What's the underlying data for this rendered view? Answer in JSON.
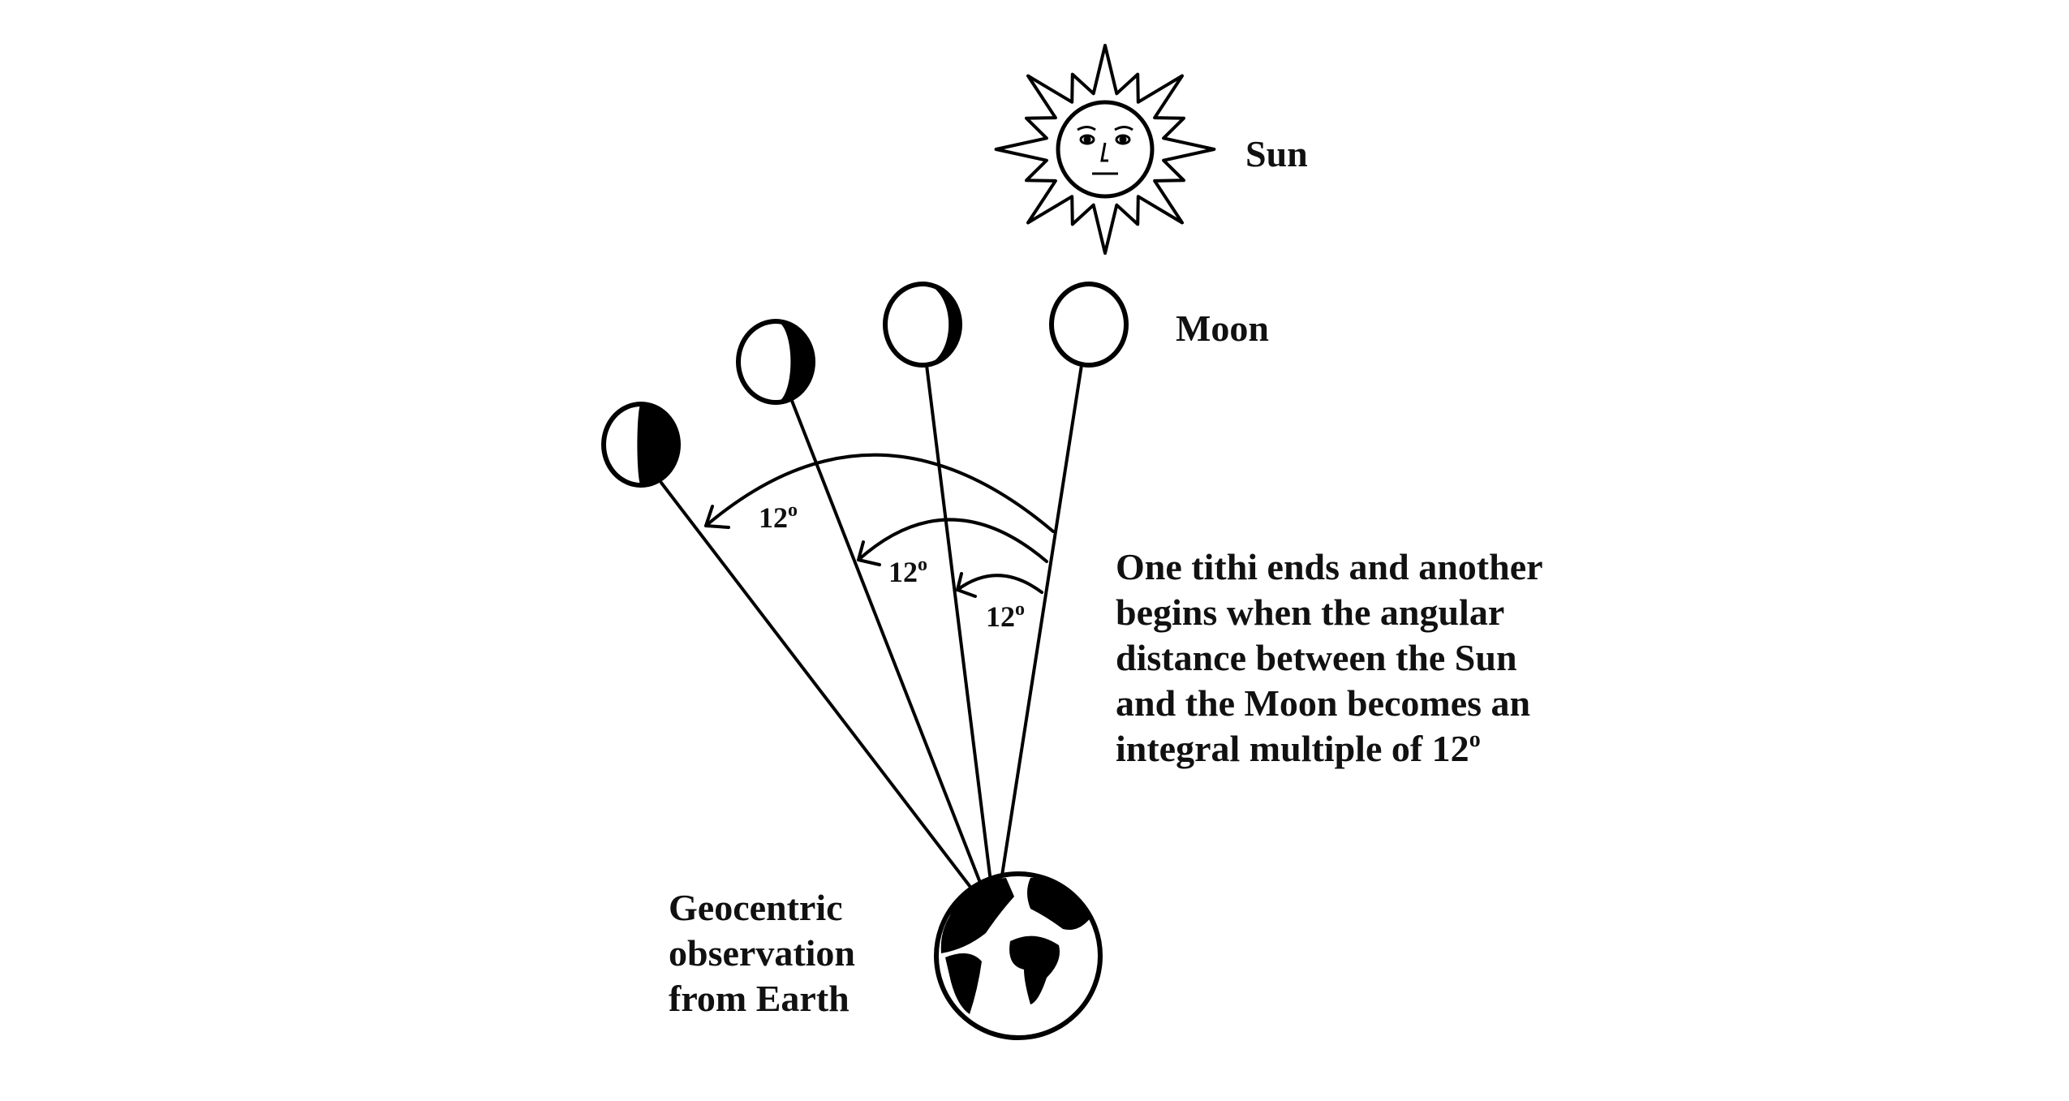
{
  "labels": {
    "sun": "Sun",
    "moon": "Moon",
    "earth": [
      "Geocentric",
      "observation",
      "from Earth"
    ]
  },
  "angle_labels": [
    {
      "value": "12",
      "unit": "o"
    },
    {
      "value": "12",
      "unit": "o"
    },
    {
      "value": "12",
      "unit": "o"
    }
  ],
  "explanation": {
    "lines": [
      "One tithi ends and another",
      "begins when the angular",
      "distance between the Sun",
      "and the Moon becomes an",
      "integral multiple of 12"
    ],
    "last_sup": "o"
  },
  "moon_phases": [
    0.55,
    0.3,
    0.15,
    0
  ],
  "colors": {
    "ink": "#000000",
    "background": "#ffffff"
  }
}
